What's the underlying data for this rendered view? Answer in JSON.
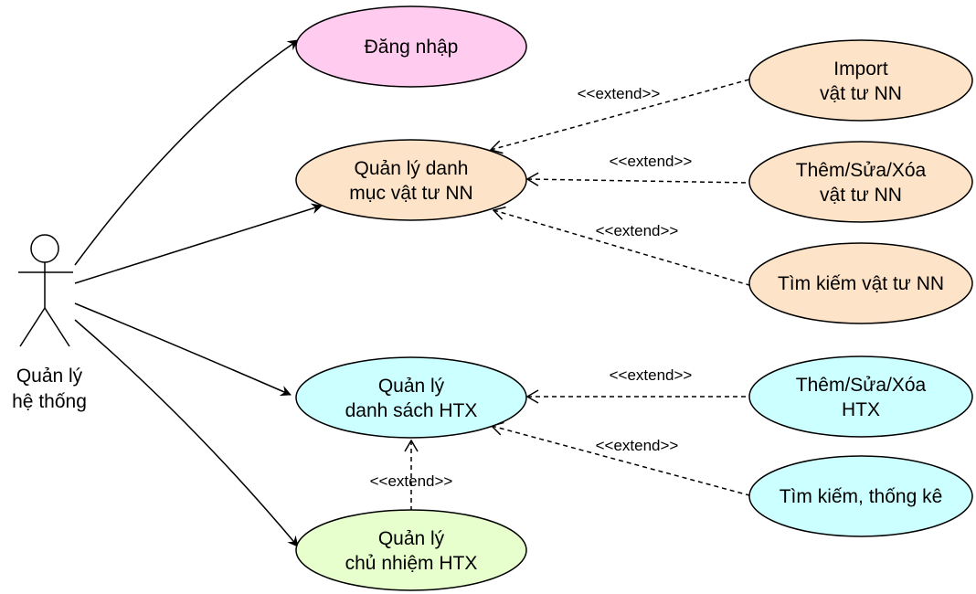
{
  "actor": {
    "name_line1": "Quản lý",
    "name_line2": "hệ thống"
  },
  "use_cases": {
    "login": {
      "lines": [
        "Đăng nhập"
      ],
      "color": "#ffccf0"
    },
    "manage_materials": {
      "lines": [
        "Quản lý danh",
        "mục vật tư NN"
      ],
      "color": "#fde3c8"
    },
    "import_materials": {
      "lines": [
        "Import",
        "vật tư NN"
      ],
      "color": "#fde3c8"
    },
    "crud_materials": {
      "lines": [
        "Thêm/Sửa/Xóa",
        "vật tư NN"
      ],
      "color": "#fde3c8"
    },
    "search_materials": {
      "lines": [
        "Tìm kiếm vật tư NN"
      ],
      "color": "#fde3c8"
    },
    "manage_htx": {
      "lines": [
        "Quản lý",
        "danh sách HTX"
      ],
      "color": "#ccffff"
    },
    "crud_htx": {
      "lines": [
        "Thêm/Sửa/Xóa",
        "HTX"
      ],
      "color": "#ccffff"
    },
    "search_htx": {
      "lines": [
        "Tìm kiếm, thống kê"
      ],
      "color": "#ccffff"
    },
    "manage_chairman": {
      "lines": [
        "Quản lý",
        "chủ nhiệm HTX"
      ],
      "color": "#e6ffcc"
    }
  },
  "relations": {
    "extend_label": "<<extend>>"
  }
}
